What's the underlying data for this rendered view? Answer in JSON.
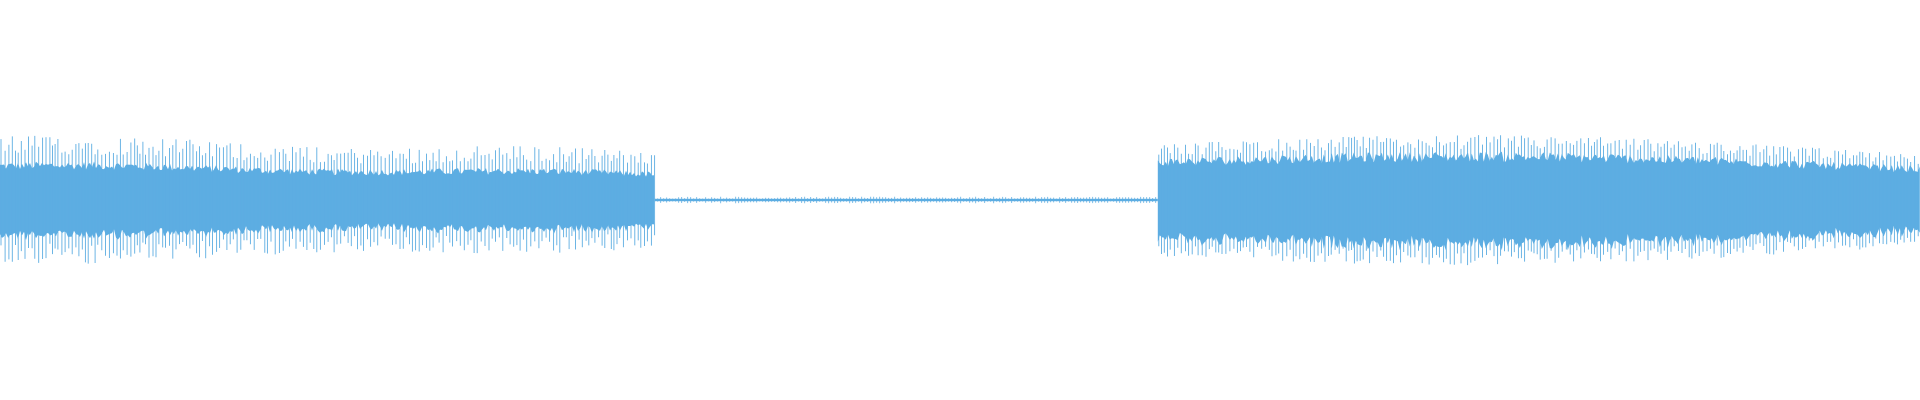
{
  "waveform": {
    "color": "#5dade2",
    "background": "#ffffff",
    "segments": [
      {
        "kind": "audio",
        "start_fraction": 0.0,
        "end_fraction": 0.341,
        "body_level": 0.17,
        "peak_level": 0.32,
        "envelope_trend": "decreasing"
      },
      {
        "kind": "silence",
        "start_fraction": 0.341,
        "end_fraction": 0.603,
        "body_level": 0.004,
        "peak_level": 0.008
      },
      {
        "kind": "audio",
        "start_fraction": 0.603,
        "end_fraction": 1.0,
        "body_level": 0.22,
        "peak_level": 0.33,
        "envelope_trend": "swelling"
      }
    ]
  }
}
